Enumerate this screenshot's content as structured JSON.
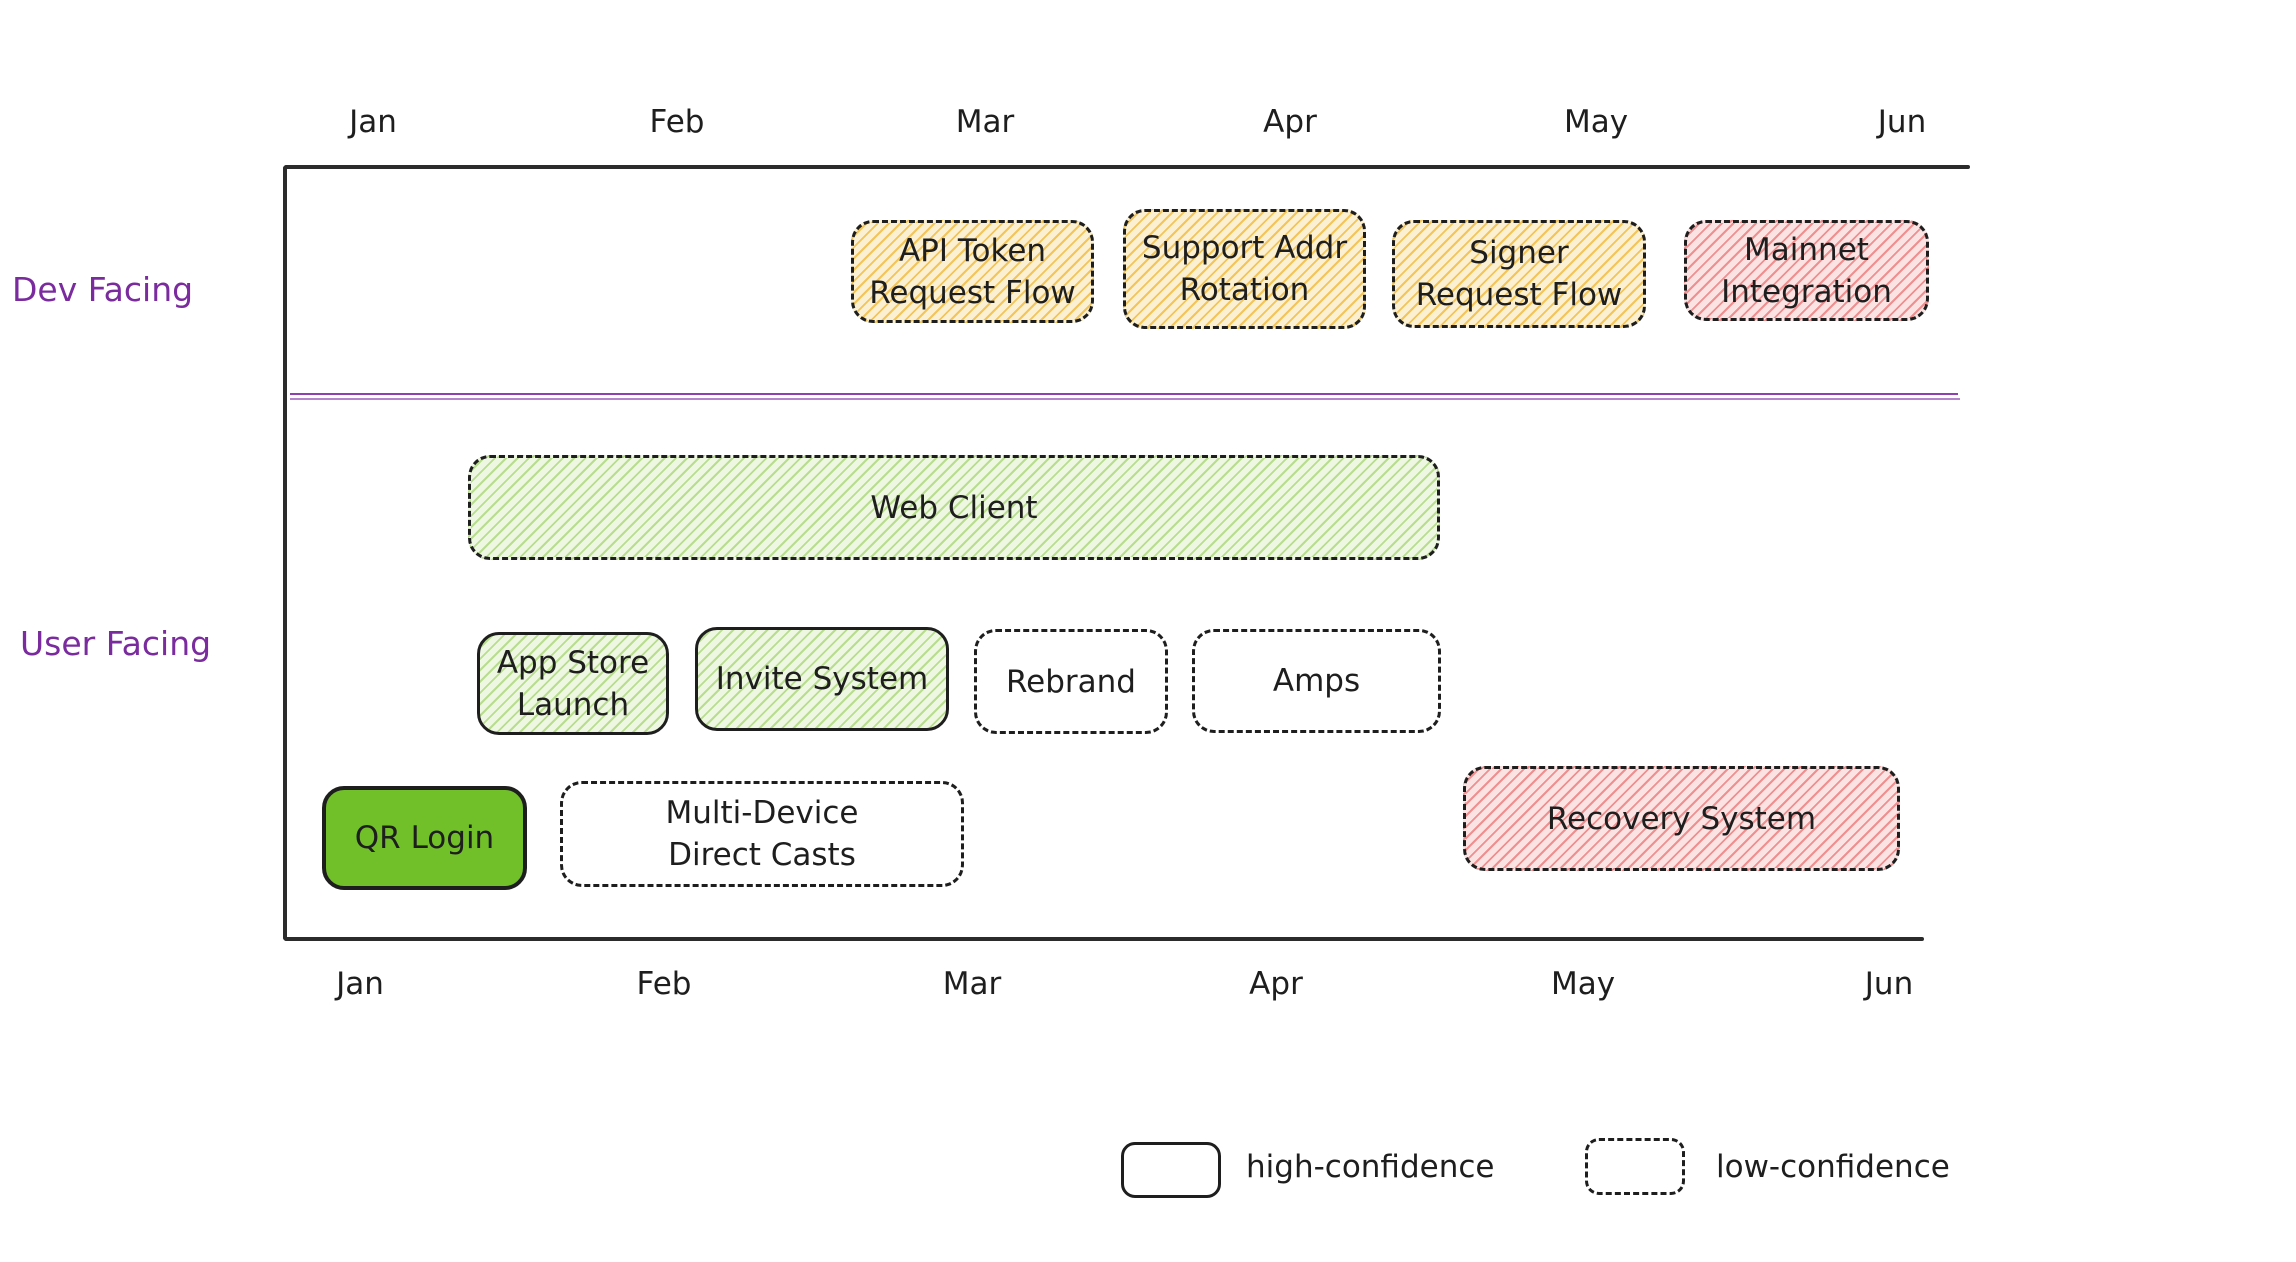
{
  "months_top": [
    "Jan",
    "Feb",
    "Mar",
    "Apr",
    "May",
    "Jun"
  ],
  "months_bottom": [
    "Jan",
    "Feb",
    "Mar",
    "Apr",
    "May",
    "Jun"
  ],
  "lanes": {
    "dev": "Dev Facing",
    "user": "User Facing"
  },
  "items": {
    "api_token": "API Token\nRequest Flow",
    "support_addr": "Support Addr\nRotation",
    "signer": "Signer\nRequest Flow",
    "mainnet": "Mainnet\nIntegration",
    "web_client": "Web Client",
    "app_store": "App Store\nLaunch",
    "invite": "Invite System",
    "rebrand": "Rebrand",
    "amps": "Amps",
    "qr_login": "QR Login",
    "multi_device": "Multi-Device\nDirect Casts",
    "recovery": "Recovery System"
  },
  "legend": {
    "high": "high-confidence",
    "low": "low-confidence"
  },
  "colors": {
    "lane_label": "#7a2b9e",
    "green_fill": "#71c02a",
    "hatch_green": "#b8dd8e",
    "hatch_yellow": "#f3c45a",
    "hatch_red": "#ef8f8f"
  }
}
